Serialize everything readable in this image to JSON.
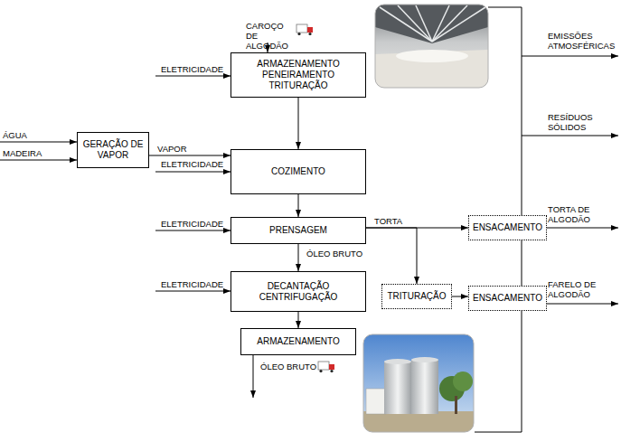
{
  "diagram": {
    "nodes": [
      {
        "text": [
          "ARMAZENAMENTO PENEIRAMENTO TRITURAÇÃO"
        ]
      },
      {
        "text": [
          "GERAÇÃO DE VAPOR"
        ]
      },
      {
        "text": [
          "COZIMENTO"
        ]
      },
      {
        "text": [
          "PRENSAGEM"
        ]
      },
      {
        "text": [
          "DECANTAÇÃO CENTRIFUGAÇÃO"
        ]
      },
      {
        "text": [
          "ARMAZENAMENTO"
        ]
      },
      {
        "text": [
          "ENSACAMENTO"
        ]
      },
      {
        "text": [
          "TRITURAÇÃO"
        ]
      },
      {
        "text": [
          "ENSACAMENTO"
        ]
      }
    ],
    "edges": [
      {
        "from": 0,
        "to": 2,
        "arrow": "to"
      },
      {
        "from": 1,
        "to": 2,
        "label": "VAPOR",
        "arrow": "to"
      },
      {
        "from": 2,
        "to": 3,
        "arrow": "to"
      },
      {
        "from": 3,
        "to": 4,
        "label": "ÓLEO BRUTO",
        "arrow": "to"
      },
      {
        "from": 4,
        "to": 5,
        "arrow": "to"
      },
      {
        "from": 3,
        "to": 6,
        "label": "TORTA",
        "arrow": "to"
      },
      {
        "from": 3,
        "to": 7,
        "arrow": "to"
      },
      {
        "from": 7,
        "to": 8,
        "arrow": "to"
      }
    ],
    "labels": [
      "CAROÇO DE ALGODÃO",
      "ELETRICIDADE",
      "ÁGUA",
      "MADEIRA",
      "ELETRICIDADE",
      "ELETRICIDADE",
      "ELETRICIDADE",
      "ÓLEO BRUTO",
      "EMISSÕES ATMOSFÉRICAS",
      "RESÍDUOS SÓLIDOS",
      "TORTA DE ALGODÃO",
      "FARELO DE ALGODÃO"
    ]
  }
}
